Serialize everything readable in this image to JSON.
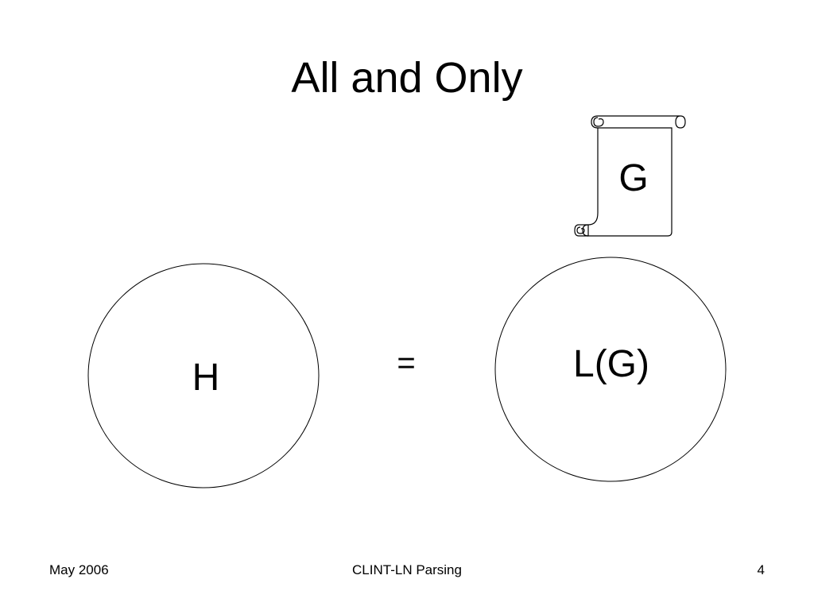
{
  "slide": {
    "title": "All and Only"
  },
  "diagram": {
    "scroll_label": "G",
    "left_set_label": "H",
    "relation": "=",
    "right_set_label": "L(G)"
  },
  "footer": {
    "date": "May 2006",
    "presentation": "CLINT-LN Parsing",
    "page_number": "4"
  }
}
